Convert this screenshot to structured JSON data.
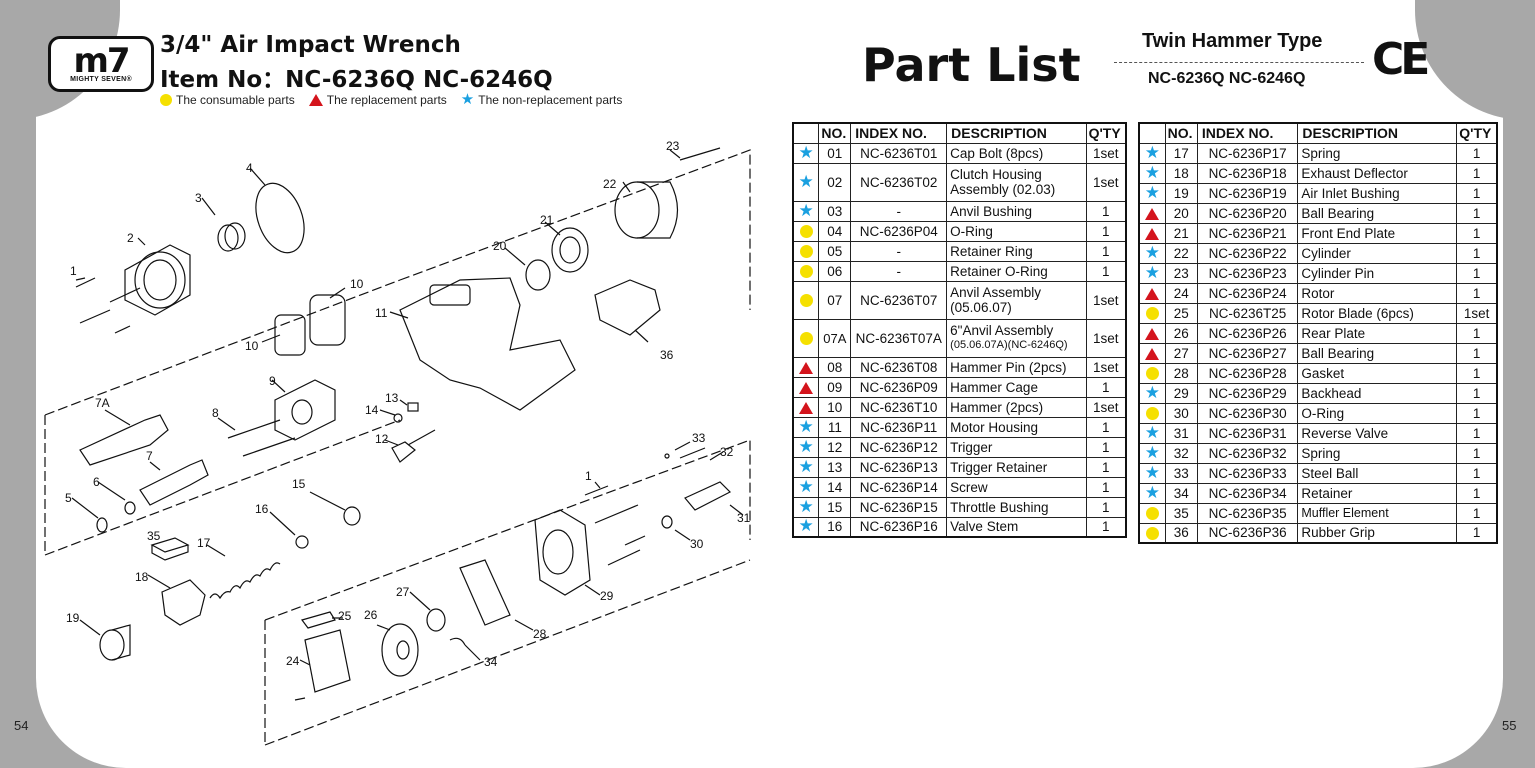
{
  "page_numbers": {
    "left": "54",
    "right": "55"
  },
  "logo": {
    "mark": "m7",
    "sub": "MIGHTY SEVEN®"
  },
  "header": {
    "title": "3/4\" Air Impact Wrench",
    "item_no": "Item No：NC-6236Q NC-6246Q",
    "part_list": "Part List",
    "type": "Twin Hammer Type",
    "models": "NC-6236Q NC-6246Q",
    "cert": "CE"
  },
  "legend": {
    "consumable": "The consumable parts",
    "replacement": "The replacement parts",
    "non_replacement": "The non-replacement parts",
    "colors": {
      "consumable": "#f5e000",
      "replacement": "#d4141c",
      "non_replacement": "#1aa0e0"
    }
  },
  "table_headers": {
    "no": "NO.",
    "index": "INDEX NO.",
    "desc": "DESCRIPTION",
    "qty": "Q'TY"
  },
  "table_left": [
    {
      "sym": "star",
      "no": "01",
      "index": "NC-6236T01",
      "desc": "Cap Bolt (8pcs)",
      "qty": "1set"
    },
    {
      "sym": "star",
      "no": "02",
      "index": "NC-6236T02",
      "desc": "Clutch Housing",
      "desc2": "Assembly (02.03)",
      "qty": "1set"
    },
    {
      "sym": "star",
      "no": "03",
      "index": "-",
      "desc": "Anvil Bushing",
      "qty": "1"
    },
    {
      "sym": "dot",
      "no": "04",
      "index": "NC-6236P04",
      "desc": "O-Ring",
      "qty": "1"
    },
    {
      "sym": "dot",
      "no": "05",
      "index": "-",
      "desc": "Retainer Ring",
      "qty": "1"
    },
    {
      "sym": "dot",
      "no": "06",
      "index": "-",
      "desc": "Retainer O-Ring",
      "qty": "1"
    },
    {
      "sym": "dot",
      "no": "07",
      "index": "NC-6236T07",
      "desc": "Anvil Assembly",
      "desc2": "(05.06.07)",
      "qty": "1set"
    },
    {
      "sym": "dot",
      "no": "07A",
      "index": "NC-6236T07A",
      "desc": "6\"Anvil Assembly",
      "desc2": "(05.06.07A)(NC-6246Q)",
      "qty": "1set"
    },
    {
      "sym": "tri",
      "no": "08",
      "index": "NC-6236T08",
      "desc": "Hammer Pin (2pcs)",
      "qty": "1set"
    },
    {
      "sym": "tri",
      "no": "09",
      "index": "NC-6236P09",
      "desc": "Hammer Cage",
      "qty": "1"
    },
    {
      "sym": "tri",
      "no": "10",
      "index": "NC-6236T10",
      "desc": "Hammer (2pcs)",
      "qty": "1set"
    },
    {
      "sym": "star",
      "no": "11",
      "index": "NC-6236P11",
      "desc": "Motor Housing",
      "qty": "1"
    },
    {
      "sym": "star",
      "no": "12",
      "index": "NC-6236P12",
      "desc": "Trigger",
      "qty": "1"
    },
    {
      "sym": "star",
      "no": "13",
      "index": "NC-6236P13",
      "desc": "Trigger Retainer",
      "qty": "1"
    },
    {
      "sym": "star",
      "no": "14",
      "index": "NC-6236P14",
      "desc": "Screw",
      "qty": "1"
    },
    {
      "sym": "star",
      "no": "15",
      "index": "NC-6236P15",
      "desc": "Throttle Bushing",
      "qty": "1"
    },
    {
      "sym": "star",
      "no": "16",
      "index": "NC-6236P16",
      "desc": "Valve Stem",
      "qty": "1"
    }
  ],
  "table_right": [
    {
      "sym": "star",
      "no": "17",
      "index": "NC-6236P17",
      "desc": "Spring",
      "qty": "1"
    },
    {
      "sym": "star",
      "no": "18",
      "index": "NC-6236P18",
      "desc": "Exhaust Deflector",
      "qty": "1"
    },
    {
      "sym": "star",
      "no": "19",
      "index": "NC-6236P19",
      "desc": "Air Inlet Bushing",
      "qty": "1"
    },
    {
      "sym": "tri",
      "no": "20",
      "index": "NC-6236P20",
      "desc": "Ball Bearing",
      "qty": "1"
    },
    {
      "sym": "tri",
      "no": "21",
      "index": "NC-6236P21",
      "desc": "Front End Plate",
      "qty": "1"
    },
    {
      "sym": "star",
      "no": "22",
      "index": "NC-6236P22",
      "desc": "Cylinder",
      "qty": "1"
    },
    {
      "sym": "star",
      "no": "23",
      "index": "NC-6236P23",
      "desc": "Cylinder Pin",
      "qty": "1"
    },
    {
      "sym": "tri",
      "no": "24",
      "index": "NC-6236P24",
      "desc": "Rotor",
      "qty": "1"
    },
    {
      "sym": "dot",
      "no": "25",
      "index": "NC-6236T25",
      "desc": "Rotor Blade (6pcs)",
      "qty": "1set"
    },
    {
      "sym": "tri",
      "no": "26",
      "index": "NC-6236P26",
      "desc": "Rear Plate",
      "qty": "1"
    },
    {
      "sym": "tri",
      "no": "27",
      "index": "NC-6236P27",
      "desc": "Ball Bearing",
      "qty": "1"
    },
    {
      "sym": "dot",
      "no": "28",
      "index": "NC-6236P28",
      "desc": "Gasket",
      "qty": "1"
    },
    {
      "sym": "star",
      "no": "29",
      "index": "NC-6236P29",
      "desc": "Backhead",
      "qty": "1"
    },
    {
      "sym": "dot",
      "no": "30",
      "index": "NC-6236P30",
      "desc": "O-Ring",
      "qty": "1"
    },
    {
      "sym": "star",
      "no": "31",
      "index": "NC-6236P31",
      "desc": "Reverse Valve",
      "qty": "1"
    },
    {
      "sym": "star",
      "no": "32",
      "index": "NC-6236P32",
      "desc": "Spring",
      "qty": "1"
    },
    {
      "sym": "star",
      "no": "33",
      "index": "NC-6236P33",
      "desc": "Steel Ball",
      "qty": "1"
    },
    {
      "sym": "star",
      "no": "34",
      "index": "NC-6236P34",
      "desc": "Retainer",
      "qty": "1"
    },
    {
      "sym": "dot",
      "no": "35",
      "index": "NC-6236P35",
      "desc": "Muffler Element",
      "qty": "1"
    },
    {
      "sym": "dot",
      "no": "36",
      "index": "NC-6236P36",
      "desc": "Rubber Grip",
      "qty": "1"
    }
  ],
  "diagram_labels": [
    "1",
    "2",
    "3",
    "4",
    "7A",
    "8",
    "7",
    "6",
    "5",
    "10",
    "10",
    "9",
    "11",
    "13",
    "14",
    "12",
    "15",
    "16",
    "17",
    "18",
    "19",
    "35",
    "20",
    "21",
    "22",
    "23",
    "36",
    "33",
    "32",
    "31",
    "30",
    "1",
    "29",
    "28",
    "27",
    "26",
    "25",
    "24",
    "34"
  ]
}
